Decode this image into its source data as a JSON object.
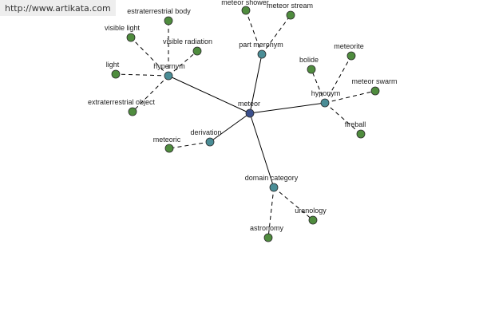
{
  "watermark": "http://www.artikata.com",
  "colors": {
    "center_node": "#3b4f8c",
    "relation_node": "#4a8d96",
    "leaf_node": "#4f8c3e",
    "node_stroke": "#2a2a2a",
    "solid_edge": "#000000",
    "dashed_edge": "#000000"
  },
  "graph": {
    "center": {
      "id": "meteor",
      "label": "meteor"
    },
    "relations": [
      {
        "id": "hypernym",
        "label": "hypernym",
        "leaves": [
          "estraterrestrial body",
          "visible light",
          "visible radiation",
          "light",
          "extraterrestrial object"
        ]
      },
      {
        "id": "part-meronym",
        "label": "part meronym",
        "leaves": [
          "meteor shower",
          "meteor stream"
        ]
      },
      {
        "id": "hyponym",
        "label": "hyponym",
        "leaves": [
          "bolide",
          "meteorite",
          "meteor swarm",
          "fireball"
        ]
      },
      {
        "id": "derivation",
        "label": "derivation",
        "leaves": [
          "meteoric"
        ]
      },
      {
        "id": "domain-category",
        "label": "domain category",
        "leaves": [
          "uranology",
          "astronomy"
        ]
      }
    ]
  }
}
